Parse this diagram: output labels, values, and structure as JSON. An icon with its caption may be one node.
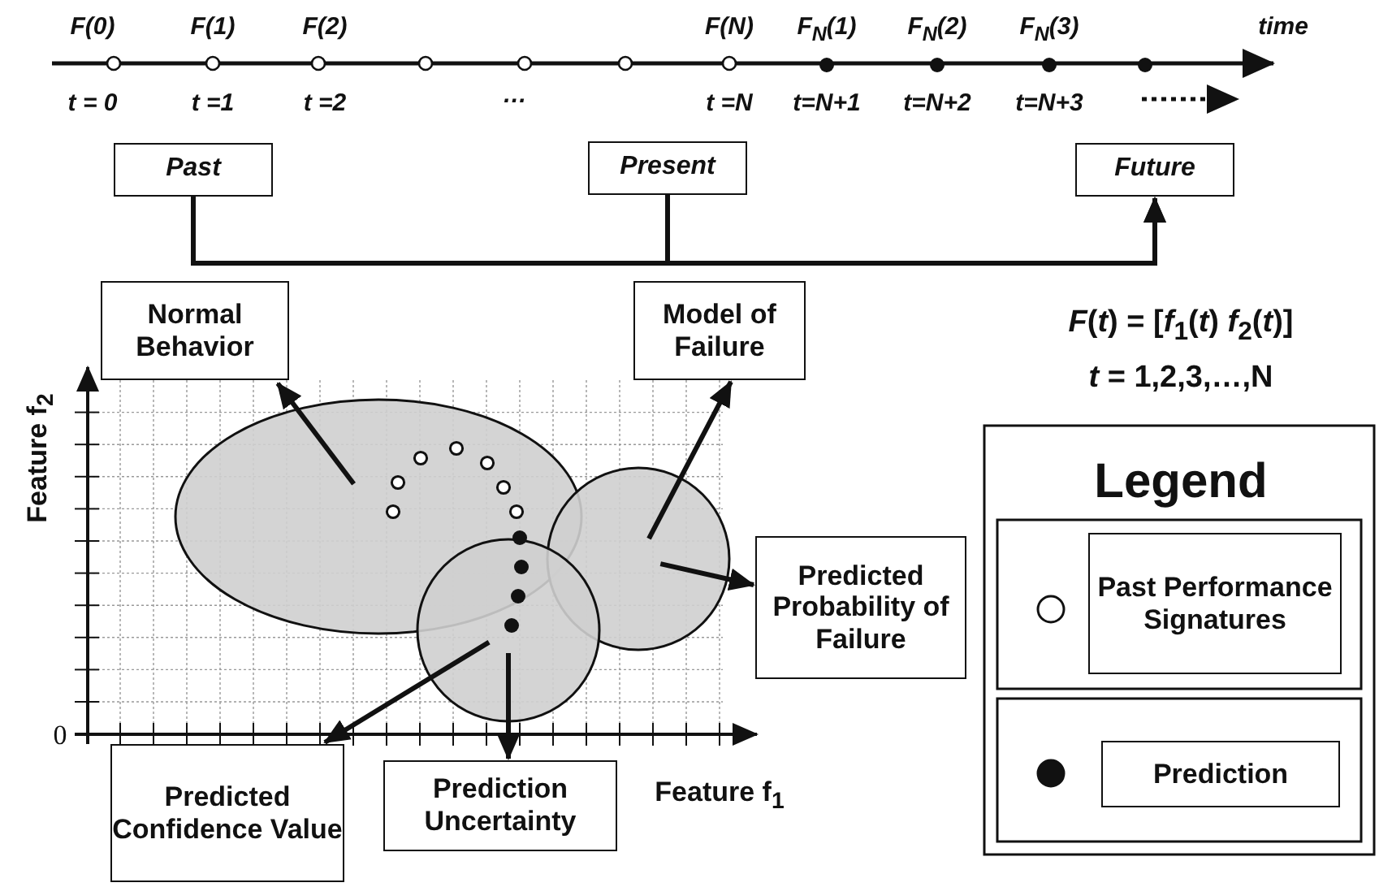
{
  "diagram": {
    "nodes": [
      {
        "text": [
          "Past"
        ]
      },
      {
        "text": [
          "Present"
        ]
      },
      {
        "text": [
          "Future"
        ]
      },
      {
        "text": [
          "Normal Behavior"
        ]
      },
      {
        "text": [
          "Model of Failure"
        ]
      },
      {
        "text": [
          "Predicted Probability of Failure"
        ]
      },
      {
        "text": [
          "Predicted Confidence Value"
        ]
      },
      {
        "text": [
          "Prediction Uncertainty"
        ]
      },
      {
        "text": [],
        "shape": "ellipse"
      },
      {
        "text": [],
        "shape": "circle"
      },
      {
        "text": [],
        "shape": "circle"
      }
    ],
    "edges": [
      {
        "from": 0,
        "to": 2,
        "arrow": "to"
      },
      {
        "from": 1,
        "to": 2,
        "arrow": "to"
      },
      {
        "from": 8,
        "to": 3,
        "arrow": "to"
      },
      {
        "from": 9,
        "to": 4,
        "arrow": "to"
      },
      {
        "from": 9,
        "to": 5,
        "arrow": "to"
      },
      {
        "from": 10,
        "to": 6,
        "arrow": "to"
      },
      {
        "from": 10,
        "to": 7,
        "arrow": "to"
      }
    ],
    "labels": [
      "F(0)",
      "F(1)",
      "F(2)",
      "F(N)",
      "F$_{N}$(1)",
      "F$_{N}$(2)",
      "F$_{N}$(3)",
      "time",
      "t = 0",
      "t =1",
      "t =2",
      "…",
      "t =N",
      "t=N+1",
      "t=N+2",
      "t=N+3",
      "*F*(*t*) = [*f*$_{1}$(*t*) *f*$_{2}$(*t*)]",
      "*t* = 1,2,3,…,N",
      "Feature f$_{2}$",
      "0",
      "Feature f$_{1}$",
      "Legend"
    ],
    "legend": [
      {
        "text": "Past Performance Signatures"
      },
      {
        "text": "Prediction"
      }
    ]
  }
}
